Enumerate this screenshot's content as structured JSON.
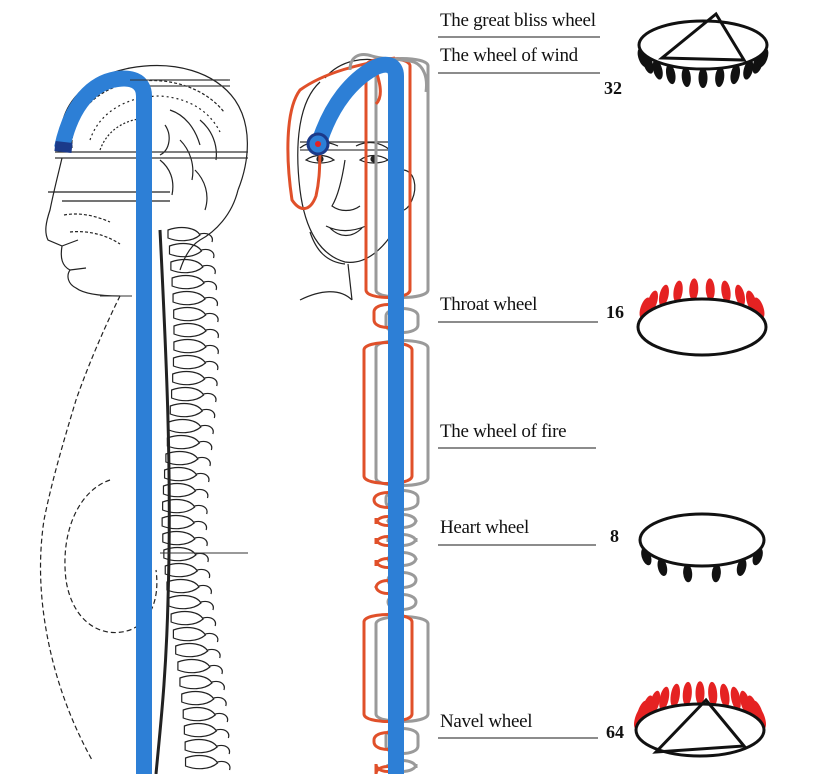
{
  "colors": {
    "channel_blue": "#2d7fd6",
    "channel_blue_dark": "#1b5fae",
    "red_channel": "#e0502a",
    "gray_channel": "#9a9a9a",
    "petal_red": "#e52222",
    "petal_black": "#111111",
    "line_gray": "#666666"
  },
  "labels": {
    "great_bliss": "The great bliss  wheel",
    "wind": "The wheel of wind",
    "throat": "Throat wheel",
    "fire": "The wheel of fire",
    "heart": "Heart wheel",
    "navel": "Navel wheel"
  },
  "numbers": {
    "crown": "32",
    "throat": "16",
    "heart": "8",
    "navel": "64"
  },
  "wheels": [
    {
      "id": "crown",
      "petals": 32,
      "petal_color": "black",
      "triangle": true
    },
    {
      "id": "throat",
      "petals": 16,
      "petal_color": "red",
      "triangle": false
    },
    {
      "id": "heart",
      "petals": 8,
      "petal_color": "black",
      "triangle": false
    },
    {
      "id": "navel",
      "petals": 64,
      "petal_color": "red",
      "triangle": true
    }
  ]
}
